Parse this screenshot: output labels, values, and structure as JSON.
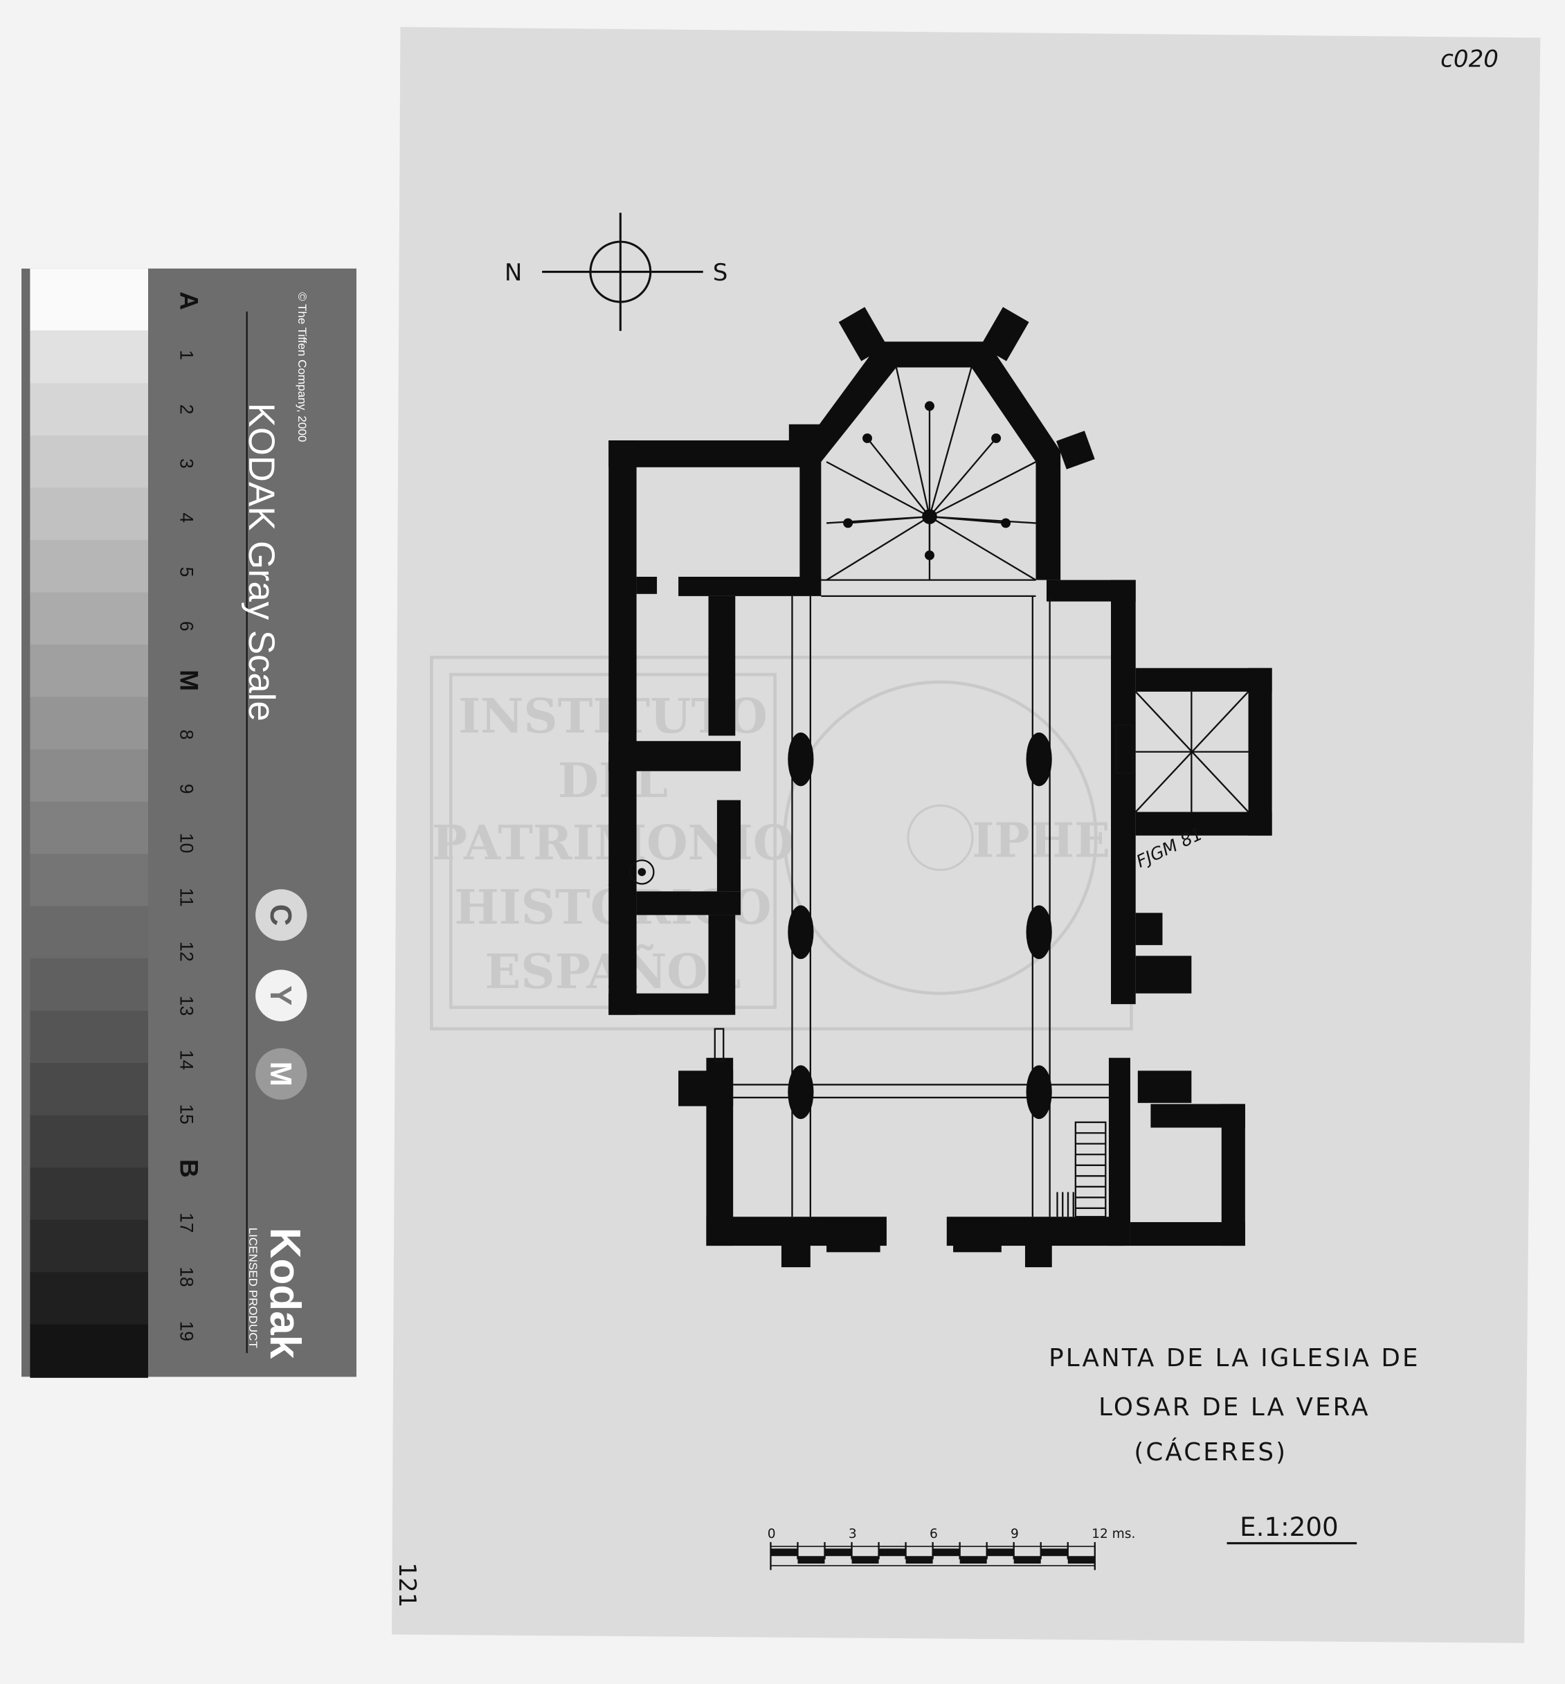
{
  "gray_scale_card": {
    "title": "KODAK Gray Scale",
    "copyright": "© The Tiffen Company, 2000",
    "patch_labels": [
      "A",
      "1",
      "2",
      "3",
      "4",
      "5",
      "6",
      "M",
      "8",
      "9",
      "10",
      "11",
      "12",
      "13",
      "14",
      "15",
      "B",
      "17",
      "18",
      "19"
    ],
    "color_markers": [
      "C",
      "Y",
      "M"
    ],
    "brand": "Kodak",
    "brand_sub": "LICENSED PRODUCT"
  },
  "drawing": {
    "sheet_code": "c020",
    "archive_number": "121",
    "compass": {
      "north": "N",
      "south": "S"
    },
    "title_lines": [
      "PLANTA DE LA IGLESIA DE",
      "LOSAR DE LA VERA",
      "(CÁCERES)"
    ],
    "scale_text": "E.1:200",
    "scale_bar": {
      "ticks": [
        "0",
        "3",
        "6",
        "9",
        "12 ms."
      ]
    },
    "signature": "FJGM 81",
    "watermark": {
      "lines": [
        "INSTITUTO",
        "DEL",
        "PATRIMONIO",
        "HISTÓRICO",
        "ESPAÑOL"
      ],
      "acronym": "IPHE"
    }
  }
}
